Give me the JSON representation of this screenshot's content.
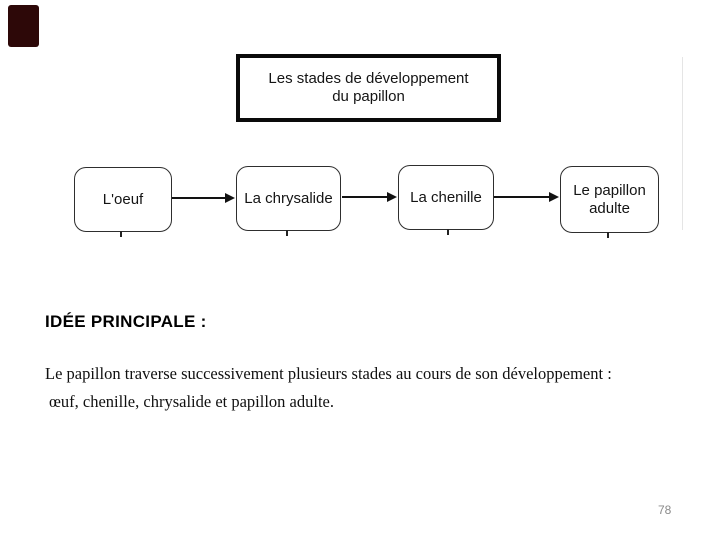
{
  "slide": {
    "page_number": "78"
  },
  "decor": {
    "corner_square_color": "#2d0808"
  },
  "diagram": {
    "title_lines": [
      "Les stades de développement",
      "du papillon"
    ],
    "stages": [
      {
        "label": "L'oeuf"
      },
      {
        "label": "La chrysalide"
      },
      {
        "label": "La chenille"
      },
      {
        "label": "Le papillon adulte"
      }
    ]
  },
  "body_text": {
    "heading": "IDÉE PRINCIPALE :",
    "lines": [
      "Le papillon traverse successivement plusieurs stades au cours de son développement :",
      "œuf, chenille, chrysalide et papillon adulte."
    ]
  }
}
